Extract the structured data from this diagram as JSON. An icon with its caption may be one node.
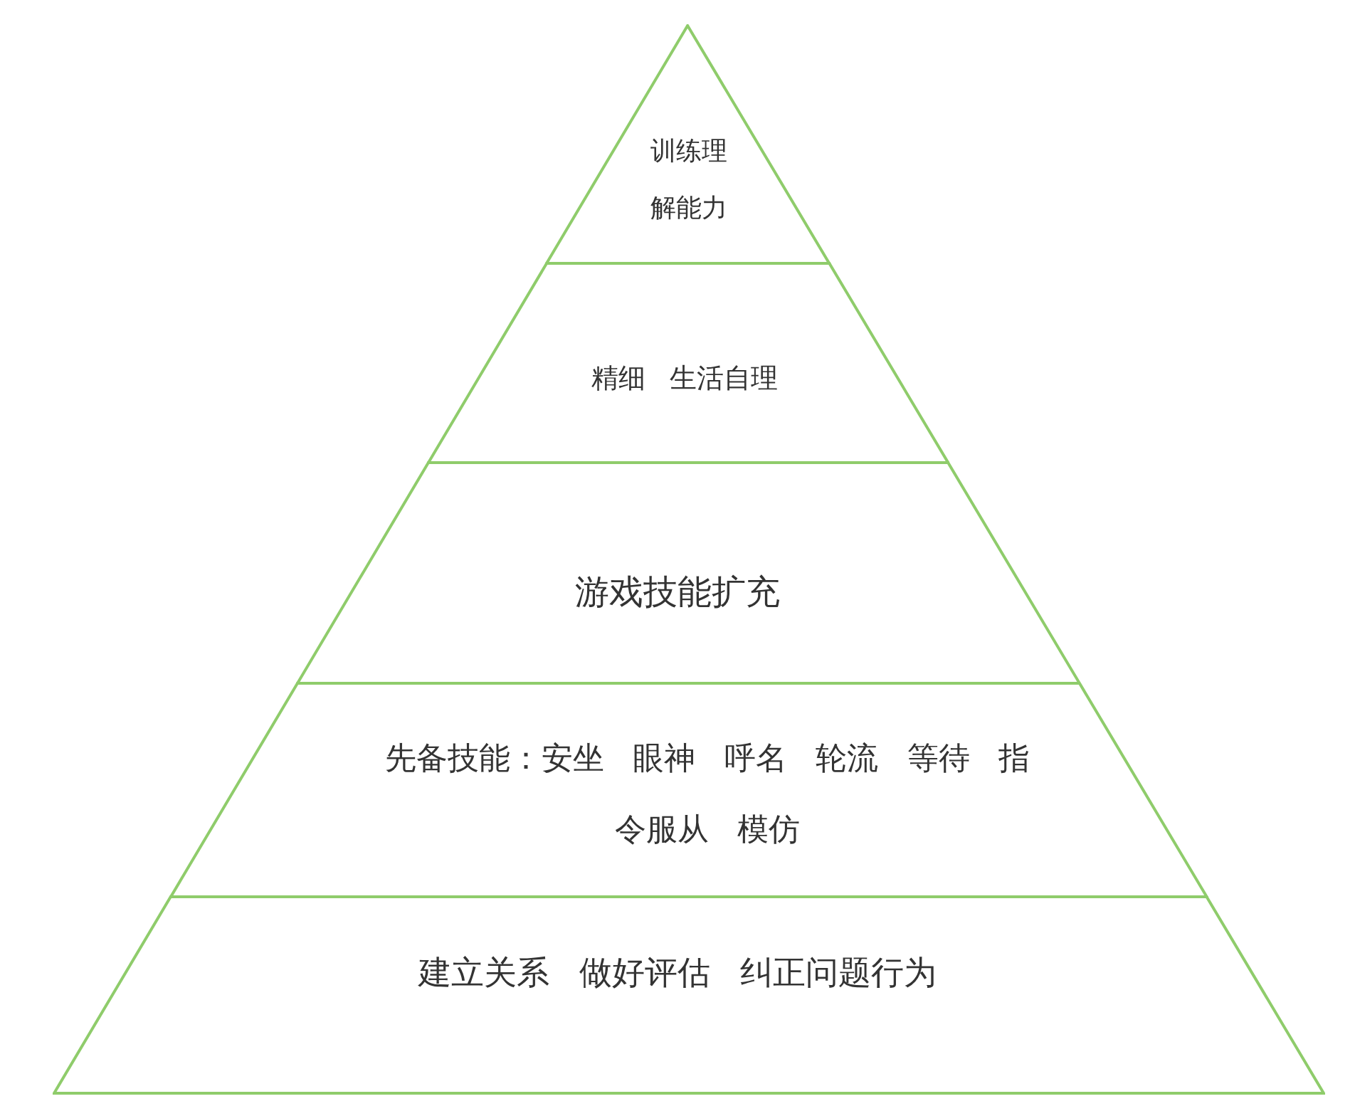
{
  "diagram": {
    "nodes": [
      {
        "text": [
          "训练理解能力"
        ]
      },
      {
        "text": [
          "精细 生活自理"
        ]
      },
      {
        "text": [
          "游戏技能扩充"
        ]
      },
      {
        "text": [
          "先备技能：安坐 眼神 呼名 轮流 等待 指令服从 模仿"
        ]
      },
      {
        "text": [
          "建立关系 做好评估 纠正问题行为"
        ]
      }
    ]
  }
}
